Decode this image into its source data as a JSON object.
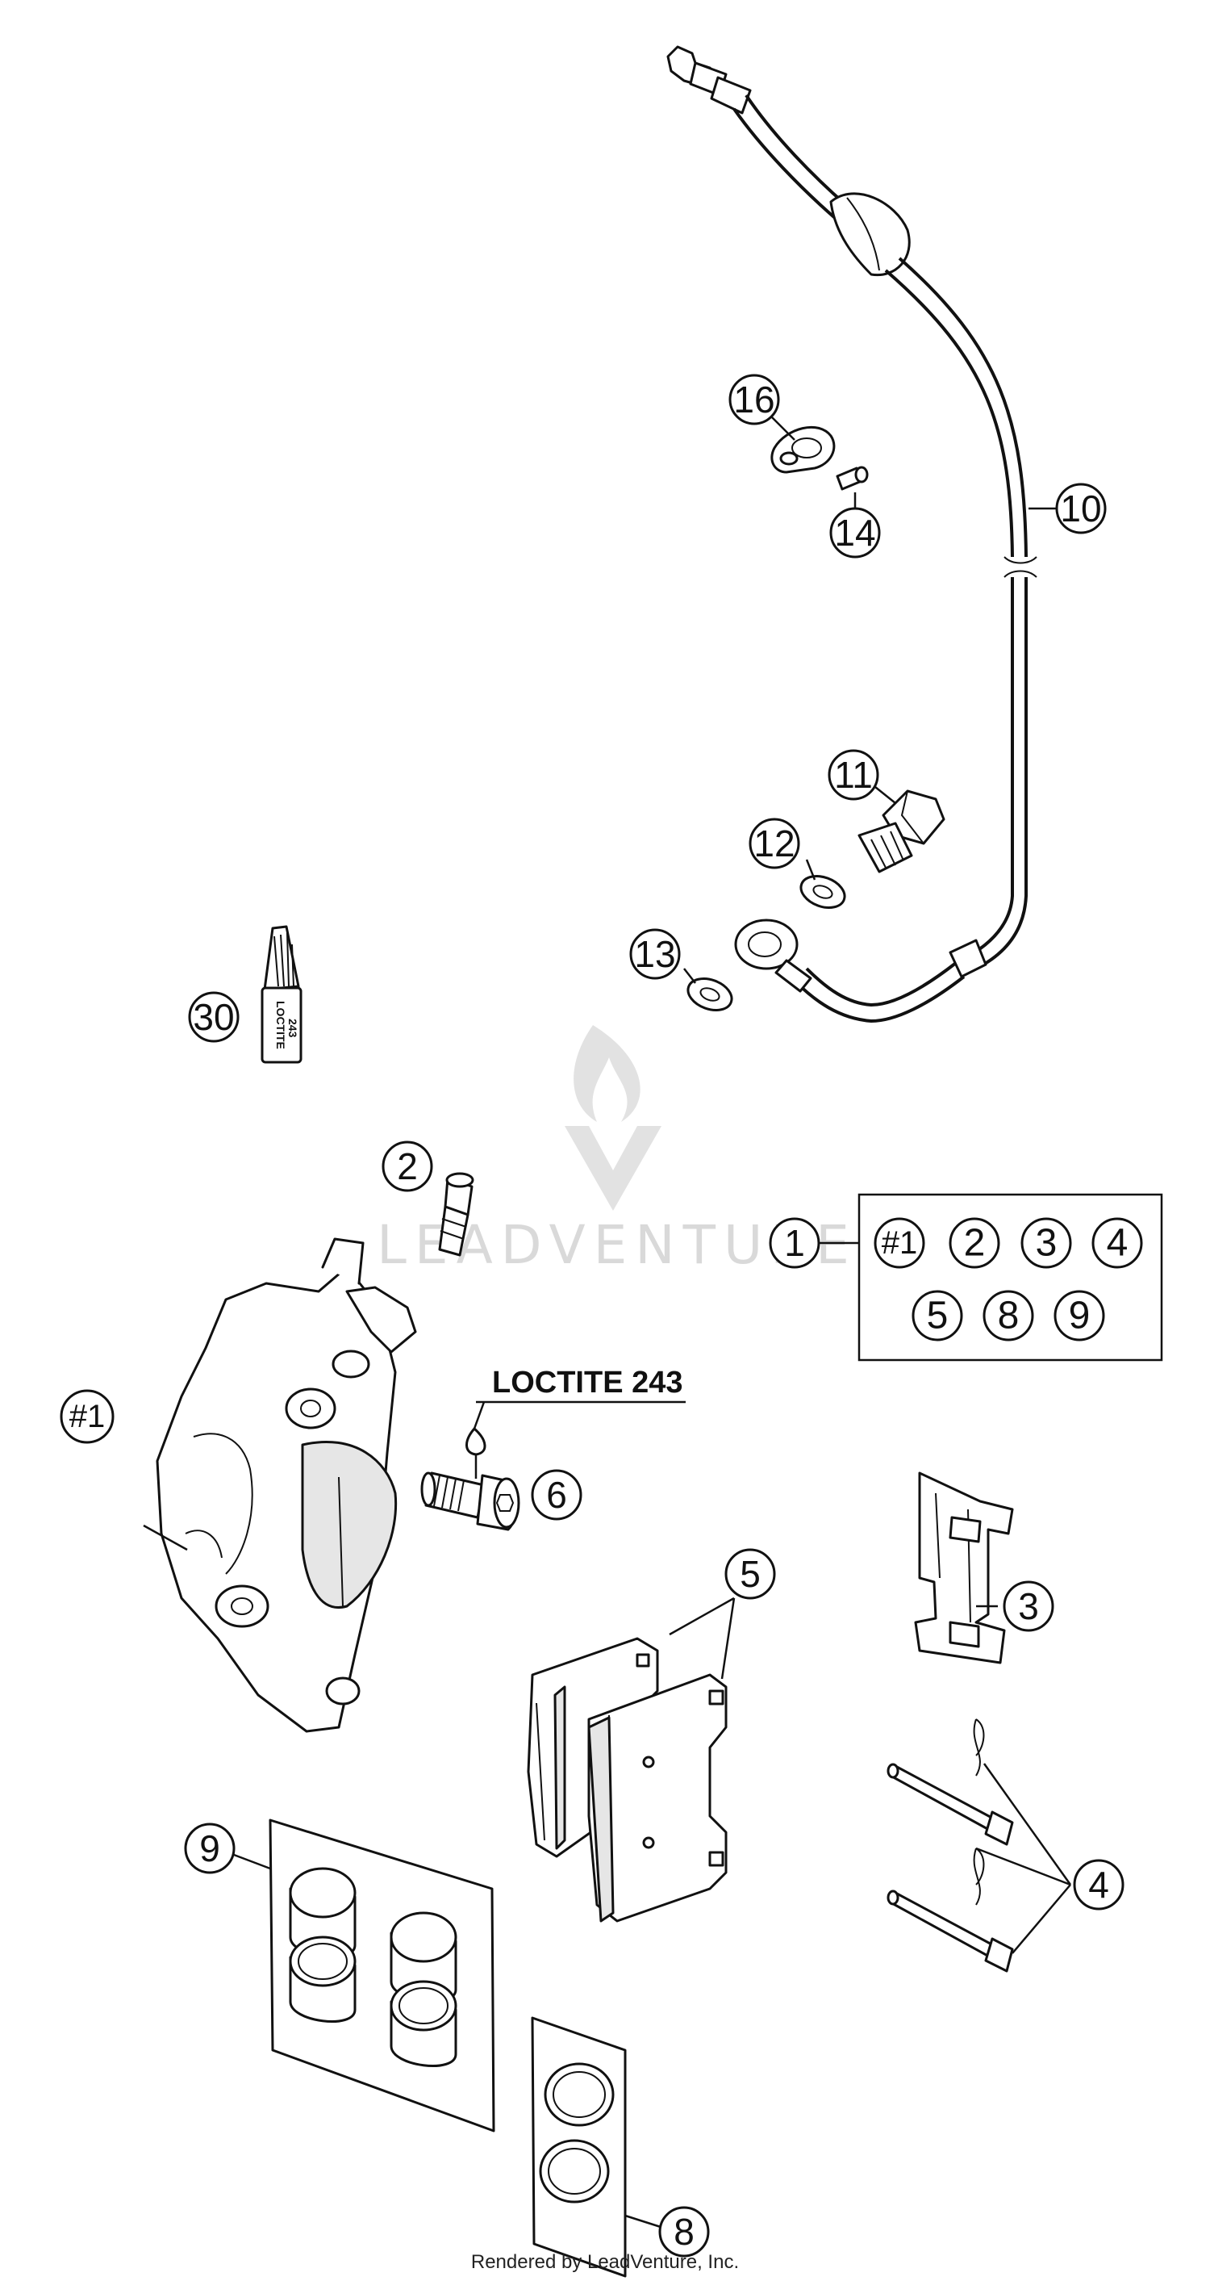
{
  "callouts": {
    "c16": "16",
    "c14": "14",
    "c10": "10",
    "c11": "11",
    "c12": "12",
    "c13": "13",
    "c30": "30",
    "c2": "2",
    "c1": "1",
    "c_hash1": "#1",
    "c6": "6",
    "c5": "5",
    "c3": "3",
    "c9": "9",
    "c4": "4",
    "c8": "8"
  },
  "kit": {
    "row1": [
      "#1",
      "2",
      "3",
      "4"
    ],
    "row2": [
      "5",
      "8",
      "9"
    ]
  },
  "note": "LOCTITE 243",
  "tube_label": [
    "LOCTITE",
    "243"
  ],
  "watermark": "LEADVENTURE",
  "footer": "Rendered by LeadVenture, Inc."
}
